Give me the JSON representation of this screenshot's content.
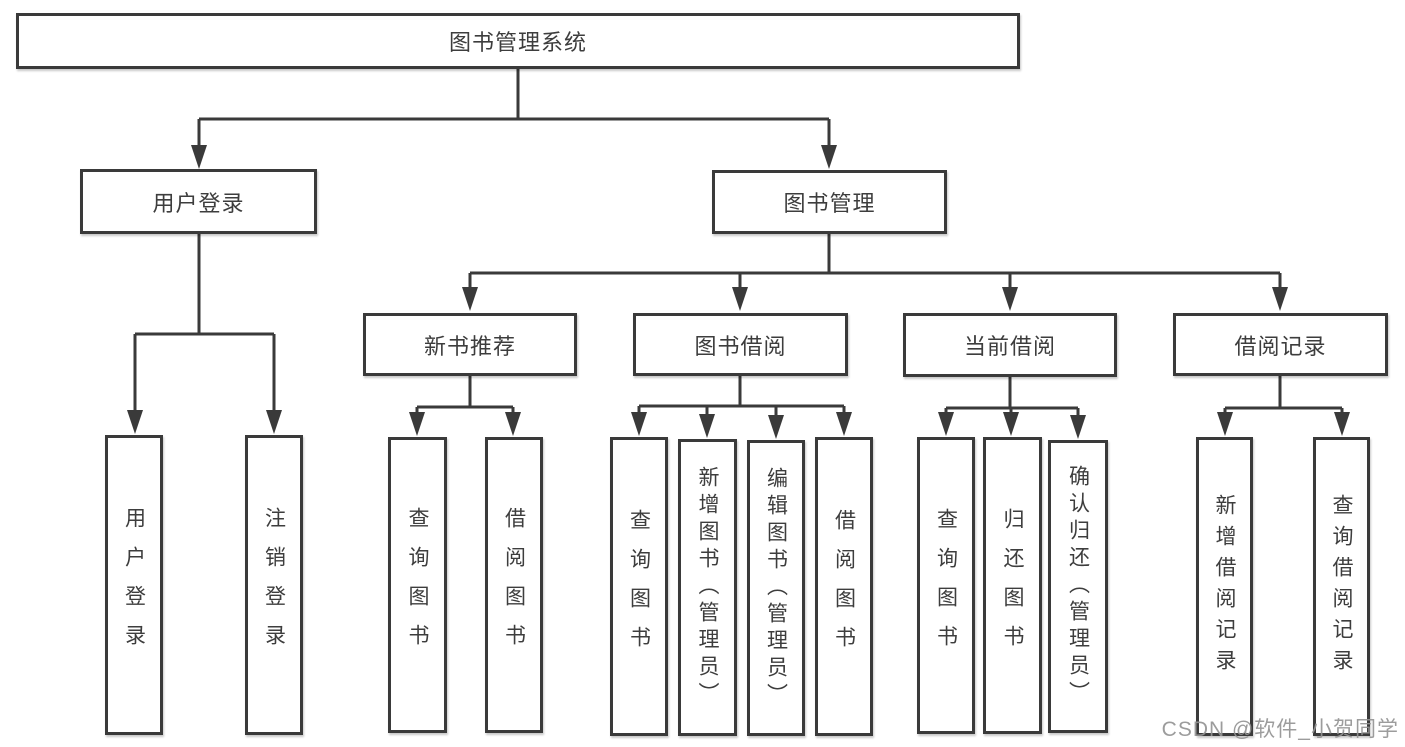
{
  "diagram_title": "图书管理系统",
  "watermark": "CSDN @软件_小贺同学",
  "colors": {
    "line": "#3a3a3a",
    "text": "#3d3d3d",
    "background": "#ffffff",
    "watermark": "#949494"
  },
  "nodes": {
    "root": {
      "label": "图书管理系统"
    },
    "user_login": {
      "label": "用户登录"
    },
    "book_mgmt": {
      "label": "图书管理"
    },
    "new_book": {
      "label": "新书推荐"
    },
    "book_borrow": {
      "label": "图书借阅"
    },
    "current_borrow": {
      "label": "当前借阅"
    },
    "borrow_record": {
      "label": "借阅记录"
    },
    "leaf_user_login": {
      "label": "用户登录"
    },
    "leaf_logout": {
      "label": "注销登录"
    },
    "nb_query_books": {
      "label": "查询图书"
    },
    "nb_borrow_books": {
      "label": "借阅图书"
    },
    "bb_query_books": {
      "label": "查询图书"
    },
    "bb_add_books": {
      "label": "新增图书（管理员）"
    },
    "bb_edit_books": {
      "label": "编辑图书（管理员）"
    },
    "bb_borrow_books": {
      "label": "借阅图书"
    },
    "cb_query_books": {
      "label": "查询图书"
    },
    "cb_return_books": {
      "label": "归还图书"
    },
    "cb_confirm_return": {
      "label": "确认归还（管理员）"
    },
    "br_add_record": {
      "label": "新增借阅记录"
    },
    "br_query_record": {
      "label": "查询借阅记录"
    }
  },
  "tree": {
    "图书管理系统": {
      "用户登录": [
        "用户登录",
        "注销登录"
      ],
      "图书管理": {
        "新书推荐": [
          "查询图书",
          "借阅图书"
        ],
        "图书借阅": [
          "查询图书",
          "新增图书（管理员）",
          "编辑图书（管理员）",
          "借阅图书"
        ],
        "当前借阅": [
          "查询图书",
          "归还图书",
          "确认归还（管理员）"
        ],
        "借阅记录": [
          "新增借阅记录",
          "查询借阅记录"
        ]
      }
    }
  }
}
